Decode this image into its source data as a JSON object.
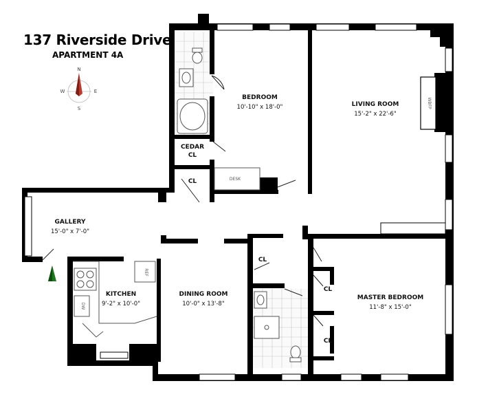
{
  "header": {
    "address": "137 Riverside Drive",
    "apartment": "APARTMENT 4A"
  },
  "compass": {
    "north": "N",
    "south": "S",
    "east": "E",
    "west": "W"
  },
  "rooms": {
    "bedroom": {
      "name": "BEDROOM",
      "size": "10'-10\" x 18'-0\""
    },
    "living_room": {
      "name": "LIVING ROOM",
      "size": "15'-2\" x 22'-6\""
    },
    "gallery": {
      "name": "GALLERY",
      "size": "15'-0\" x 7'-0\""
    },
    "kitchen": {
      "name": "KITCHEN",
      "size": "9'-2\" x 10'-0\""
    },
    "dining_room": {
      "name": "DINING ROOM",
      "size": "10'-0\" x 13'-8\""
    },
    "master_bedroom": {
      "name": "MASTER BEDROOM",
      "size": "11'-8\" x 15'-0\""
    },
    "cedar_closet": {
      "line1": "CEDAR",
      "line2": "CL"
    }
  },
  "closets": {
    "bedroom_closet": "CL",
    "hall_closet": "CL",
    "master_closet_1": "CL",
    "master_closet_2": "CL"
  },
  "fixtures": {
    "desk": "DESK",
    "fireplace": "WBFP",
    "refrigerator": "REF",
    "dishwasher": "DW"
  },
  "colors": {
    "walls": "#000000",
    "north_arrow": "#1a7a1a",
    "compass_needle": "#c0392b",
    "tile_lines": "#c8c8c8"
  }
}
